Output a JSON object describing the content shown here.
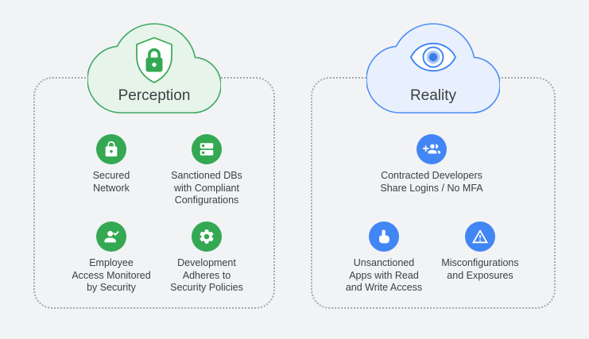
{
  "perception": {
    "title": "Perception",
    "cloud_icon": "shield-lock-icon",
    "items": [
      {
        "icon": "lock-icon",
        "label": "Secured\nNetwork"
      },
      {
        "icon": "database-icon",
        "label": "Sanctioned DBs\nwith Compliant\nConfigurations"
      },
      {
        "icon": "person-check-icon",
        "label": "Employee\nAccess Monitored\nby Security"
      },
      {
        "icon": "gear-icon",
        "label": "Development\nAdheres to\nSecurity Policies"
      }
    ]
  },
  "reality": {
    "title": "Reality",
    "cloud_icon": "eye-icon",
    "items": [
      {
        "icon": "group-add-icon",
        "label": "Contracted Developers\nShare Logins / No MFA"
      },
      {
        "icon": "hand-point-up-icon",
        "label": "Unsanctioned\nApps with Read\nand Write Access"
      },
      {
        "icon": "warning-icon",
        "label": "Misconfigurations\nand Exposures"
      }
    ]
  },
  "colors": {
    "background": "#f2f3f5",
    "panel_border": "#a4a8ad",
    "green": "#34a853",
    "green_cloud_fill": "#e6f4ea",
    "green_cloud_stroke": "#3fa862",
    "blue": "#4285f4",
    "blue_cloud_fill": "#e8f0fe",
    "blue_cloud_stroke": "#4d8df6",
    "text": "#3c4043"
  }
}
